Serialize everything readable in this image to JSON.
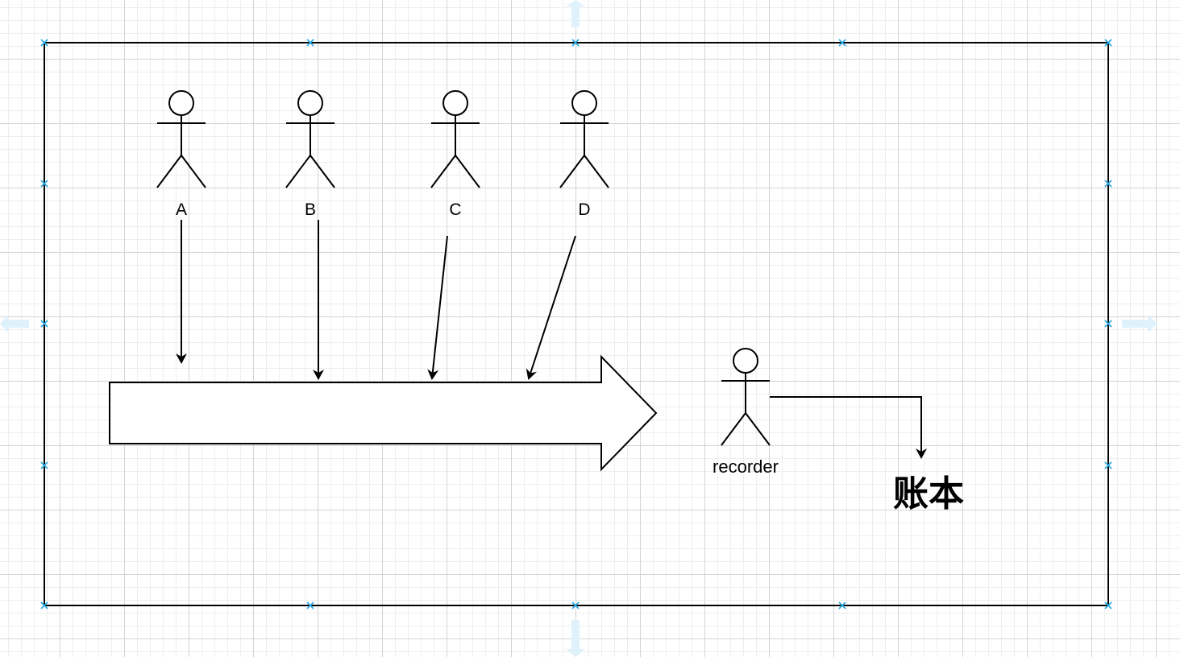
{
  "actors": [
    {
      "id": "a",
      "label": "A"
    },
    {
      "id": "b",
      "label": "B"
    },
    {
      "id": "c",
      "label": "C"
    },
    {
      "id": "d",
      "label": "D"
    }
  ],
  "recorder": {
    "label": "recorder"
  },
  "ledger": {
    "label": "账本"
  },
  "colors": {
    "stroke": "#000000",
    "selection": "#29a8e0",
    "grid_major": "#d4d4d4",
    "grid_minor": "#eeeeee",
    "hint_arrow": "#dff2fc"
  }
}
